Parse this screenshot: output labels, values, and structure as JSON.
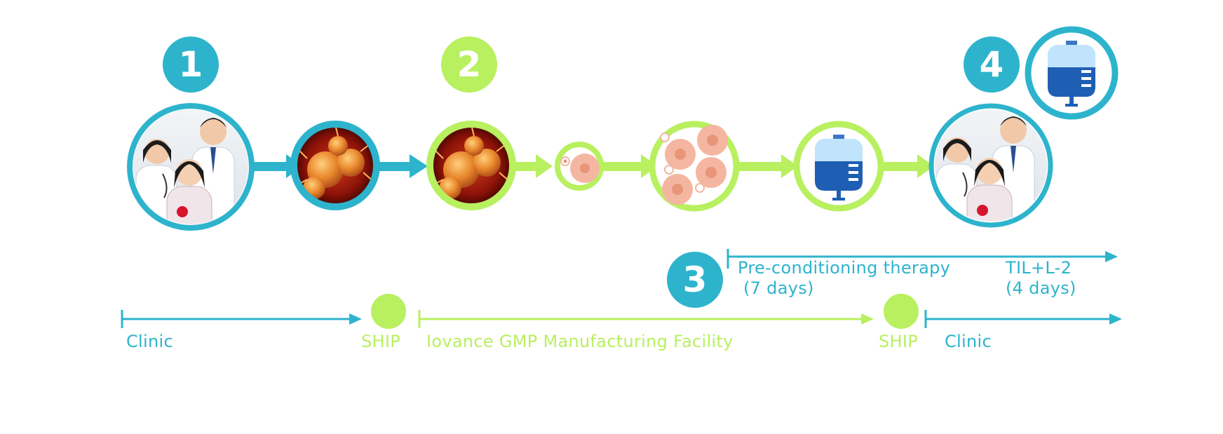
{
  "steps": {
    "step1": "1",
    "step2": "2",
    "step3": "3",
    "step4": "4"
  },
  "timeline": {
    "clinic_start": "Clinic",
    "ship_1": "SHIP",
    "manufacturing": "Iovance GMP Manufacturing Facility",
    "ship_2": "SHIP",
    "clinic_end": "Clinic"
  },
  "treatment": {
    "preconditioning_line1": "Pre-conditioning therapy",
    "preconditioning_line2": "(7 days)",
    "til_line1": "TIL+L-2",
    "til_line2": "(4 days)"
  },
  "icons": [
    "patient-doctors-photo",
    "tumor-cells-image",
    "cell-icon",
    "cell-cluster-icon",
    "iv-bag-icon"
  ],
  "colors": {
    "teal": "#2DB4CC",
    "lime": "#B8F060",
    "cell": "#F4B6A0",
    "bag_blue": "#1E5FB3"
  }
}
